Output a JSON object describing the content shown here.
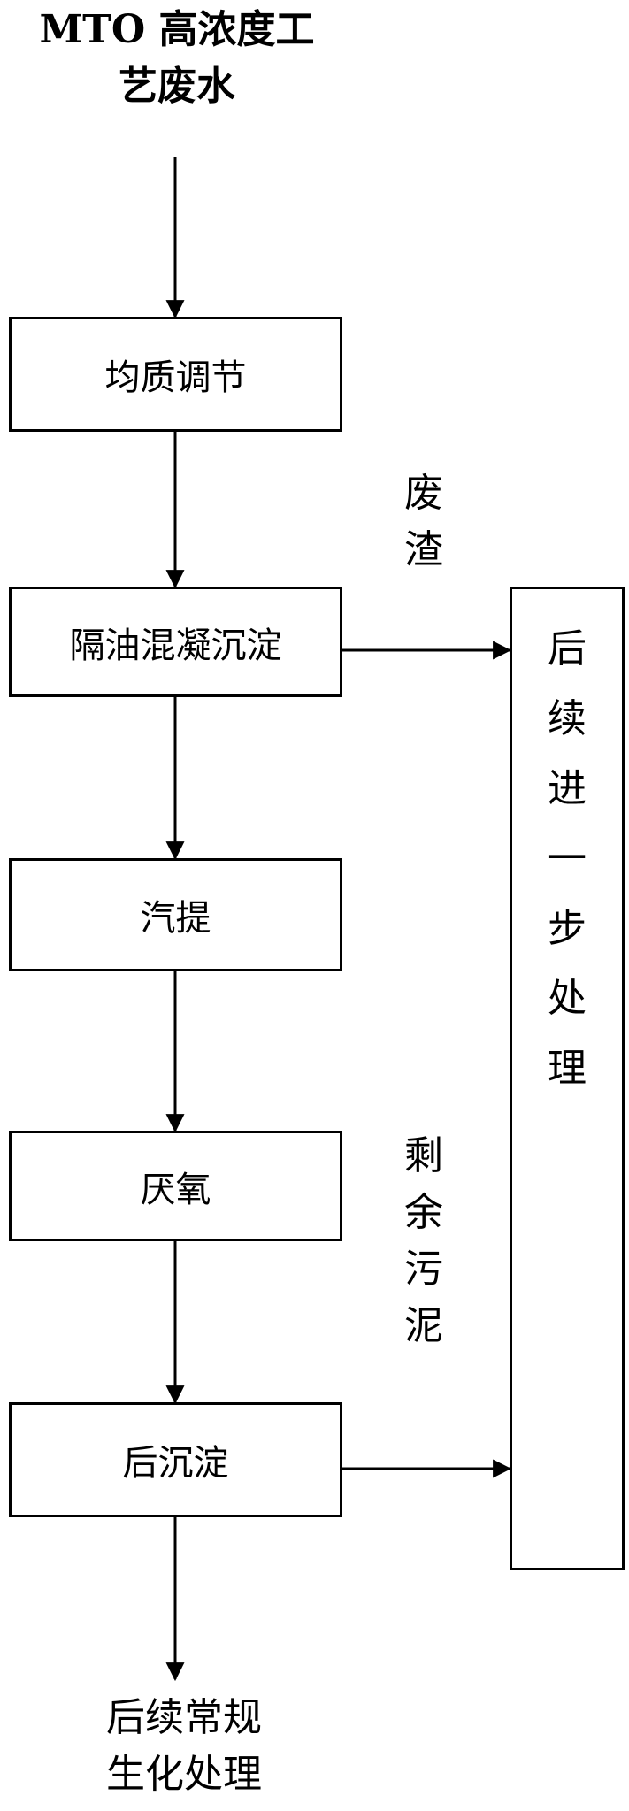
{
  "source": {
    "line1": "MTO 高浓度工",
    "line2": "艺废水"
  },
  "steps": [
    {
      "label": "均质调节"
    },
    {
      "label": "隔油混凝沉淀"
    },
    {
      "label": "汽提"
    },
    {
      "label": "厌氧"
    },
    {
      "label": "后沉淀"
    }
  ],
  "side_process": {
    "chars": [
      "后",
      "续",
      "进",
      "一",
      "步",
      "处",
      "理"
    ]
  },
  "side_labels": {
    "waste_residue": [
      "废",
      "渣"
    ],
    "excess_sludge": [
      "剩",
      "余",
      "污",
      "泥"
    ]
  },
  "output": {
    "line1": "后续常规",
    "line2": "生化处理"
  }
}
